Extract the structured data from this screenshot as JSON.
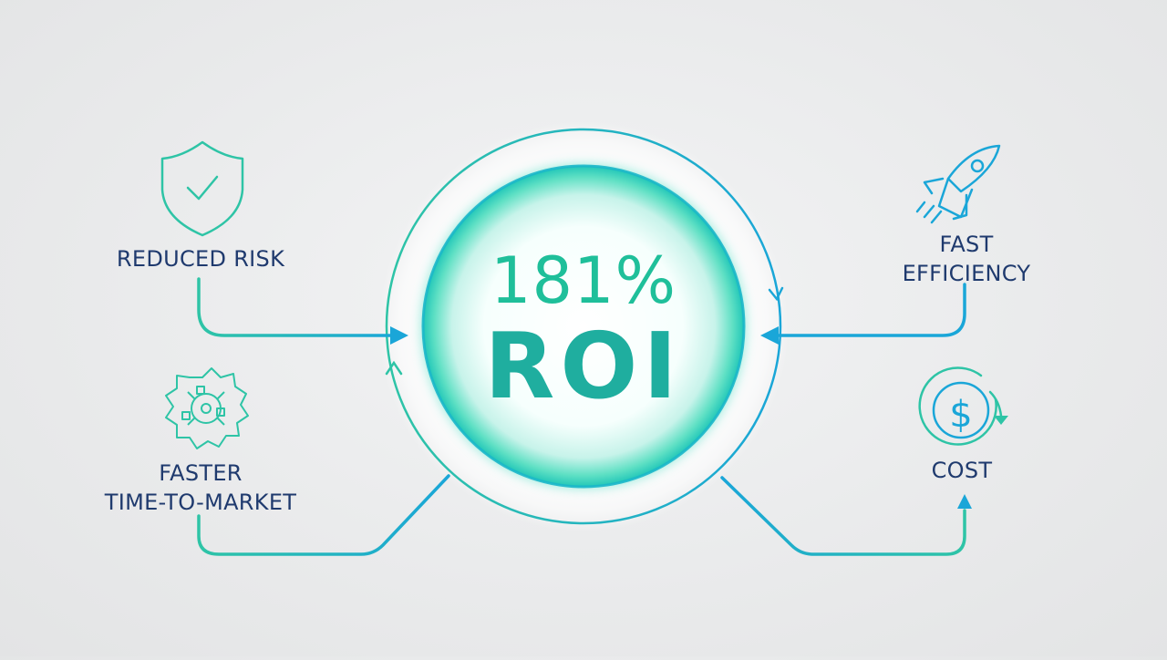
{
  "center": {
    "value": "181%",
    "label": "ROI"
  },
  "benefits": {
    "risk": {
      "label": "REDUCED RISK",
      "icon": "shield-check-icon"
    },
    "efficiency": {
      "line1": "FAST",
      "line2": "EFFICIENCY",
      "icon": "rocket-icon"
    },
    "market": {
      "line1": "FASTER",
      "line2": "TIME-TO-MARKET",
      "icon": "gear-network-icon"
    },
    "cost": {
      "label": "COST",
      "icon": "dollar-cycle-icon"
    }
  },
  "colors": {
    "teal": "#2ec4a6",
    "blue": "#1aa6d8",
    "text": "#1f3a6e",
    "background": "#e9eaeb"
  }
}
